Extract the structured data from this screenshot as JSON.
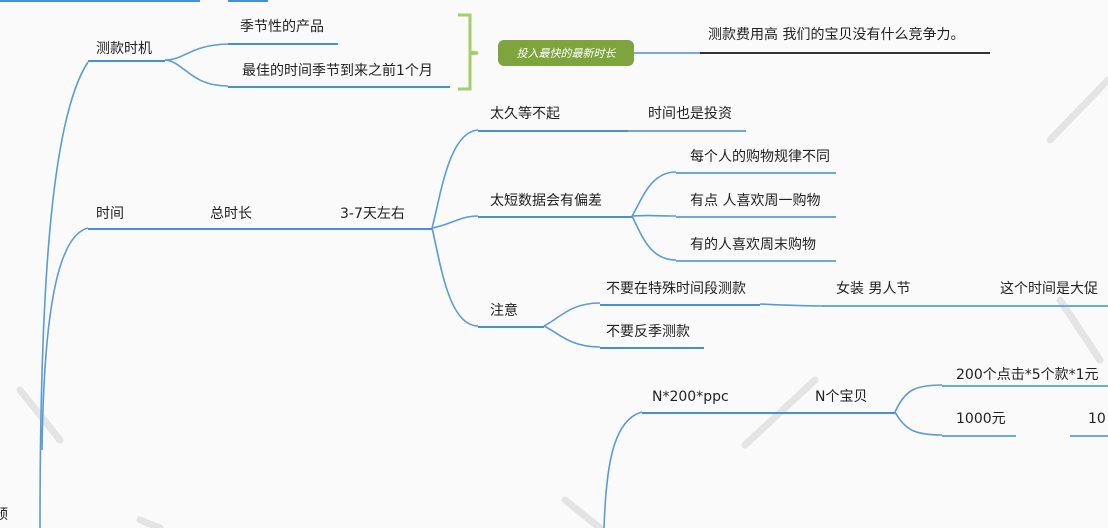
{
  "nodes": {
    "test_timing": "测款时机",
    "seasonal_product": "季节性的产品",
    "best_time": "最佳的时间季节到来之前1个月",
    "summary_note": "投入最快的最新时长",
    "high_cost": "测款费用高  我们的宝贝没有什么竞争力。",
    "time": "时间",
    "total_duration": "总时长",
    "duration_value": "3-7天左右",
    "too_long": "太久等不起",
    "time_is_money": "时间也是投资",
    "data_bias": "太短数据会有偏差",
    "shopping_habits": "每个人的购物规律不同",
    "weekday_shopping": "有点 人喜欢周一购物",
    "weekend_shopping": "有的人喜欢周末购物",
    "attention": "注意",
    "avoid_special": "不要在特殊时间段测款",
    "womens_day": "女装  男人节",
    "big_promo": "这个时间是大促",
    "avoid_offseason": "不要反季测款",
    "budget_formula": "N*200*ppc",
    "n_items": "N个宝贝",
    "clicks_formula": "200个点击*5个款*1元",
    "thousand_yuan": "1000元",
    "ten_partial": "10",
    "left_edge_partial": "预"
  }
}
